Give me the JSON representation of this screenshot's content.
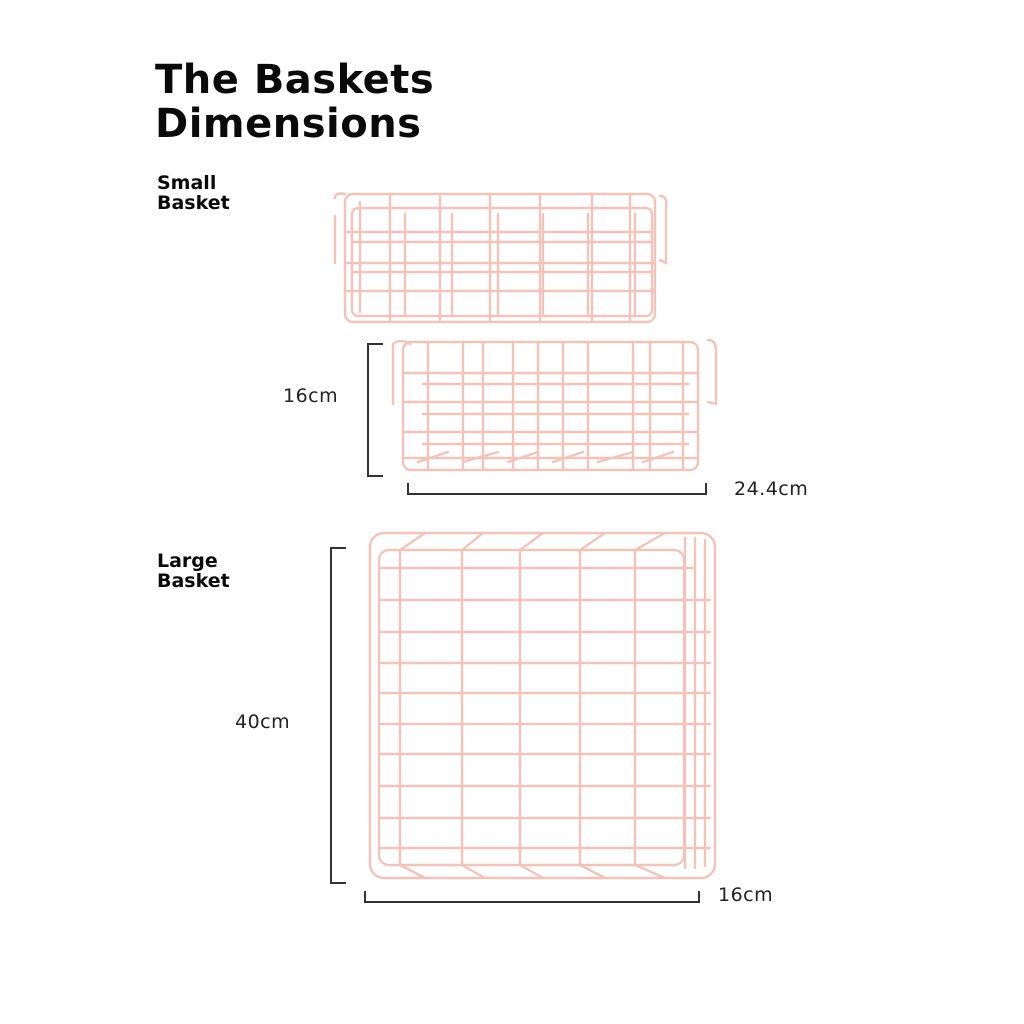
{
  "title": {
    "line1": "The Baskets",
    "line2": "Dimensions"
  },
  "small_basket": {
    "label_line1": "Small",
    "label_line2": "Basket",
    "height": "16cm",
    "width": "24.4cm"
  },
  "large_basket": {
    "label_line1": "Large",
    "label_line2": "Basket",
    "height": "40cm",
    "width": "16cm"
  },
  "colors": {
    "wire": "#f2c9c0",
    "wire_dark": "#e7b3a8",
    "text": "#0a0a0a",
    "background": "#ffffff"
  }
}
